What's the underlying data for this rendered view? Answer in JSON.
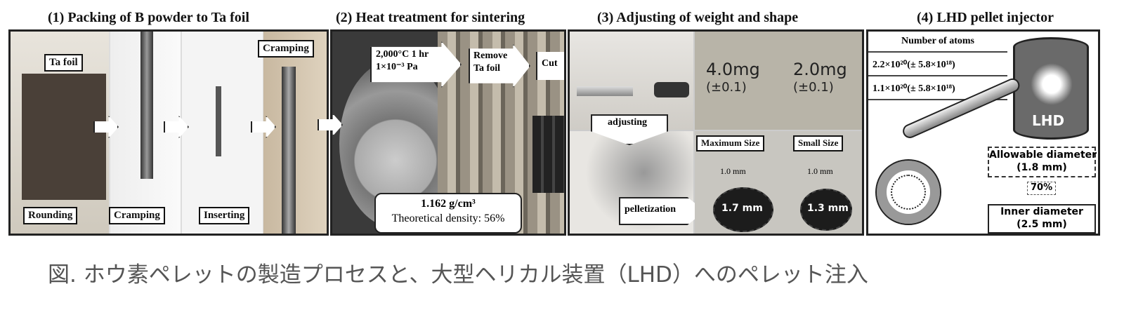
{
  "panels": [
    {
      "title": "(1) Packing of B powder to Ta foil",
      "labels": [
        "Ta foil",
        "Cramping",
        "Rounding",
        "Cramping",
        "Inserting"
      ]
    },
    {
      "title": "(2) Heat treatment for sintering",
      "labels": [
        "2,000°C 1 hr",
        "1×10⁻³ Pa",
        "Remove",
        "Ta foil",
        "Cut"
      ],
      "density": "1.162 g/cm³",
      "theoretical": "Theoretical density: 56%"
    },
    {
      "title": "(3) Adjusting of weight and shape",
      "labels": [
        "adjusting",
        "pelletization",
        "Maximum Size",
        "Small Size",
        "1.0 mm",
        "1.0 mm",
        "1.7 mm",
        "1.3 mm",
        "4.0mg",
        "(±0.1)",
        "2.0mg",
        "(±0.1)"
      ]
    },
    {
      "title": "(4) LHD pellet injector",
      "atoms_header": "Number of atoms",
      "atoms": [
        "2.2×10²⁰(± 5.8×10¹⁸)",
        "1.1×10²⁰(± 5.8×10¹⁸)"
      ],
      "device": "LHD",
      "allowable": "Allowable diameter",
      "allowable_val": "(1.8 mm)",
      "ratio": "70%",
      "inner": "Inner diameter",
      "inner_val": "(2.5 mm)"
    }
  ],
  "caption": "図. ホウ素ペレットの製造プロセスと、大型ヘリカル装置（LHD）へのペレット注入"
}
